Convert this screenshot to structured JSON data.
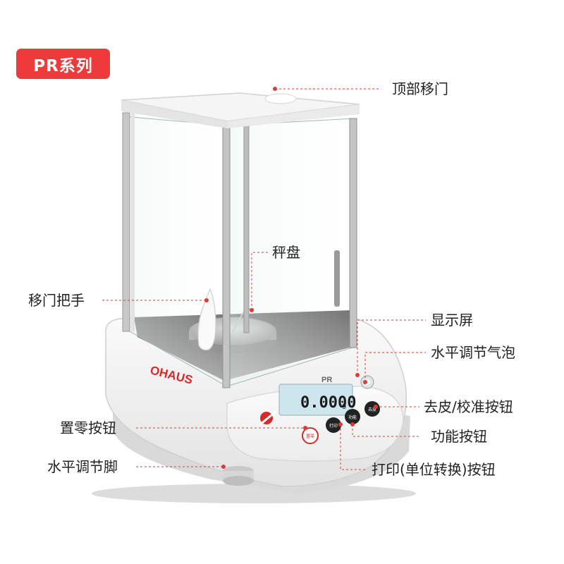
{
  "badge": {
    "text": "PR系列"
  },
  "product": {
    "brand_logo": "OHAUS",
    "model_logo": "PR",
    "display_reading": "0.0000",
    "display_unit": "g",
    "accent_color": "#ee3a3a",
    "callout_color": "#e53935",
    "body_color": "#f3f3f3"
  },
  "labels": {
    "top_door": "顶部移门",
    "weighing_pan": "秤盘",
    "door_handle": "移门把手",
    "display": "显示屏",
    "level_bubble": "水平调节气泡",
    "tare_button": "去皮/校准按钮",
    "zero_button": "置零按钮",
    "function_button": "功能按钮",
    "leveling_foot": "水平调节脚",
    "print_button": "打印(单位转换)按钮"
  },
  "buttons": {
    "zero": "置零",
    "print": "打印",
    "function": "功能",
    "tare": "去皮"
  }
}
